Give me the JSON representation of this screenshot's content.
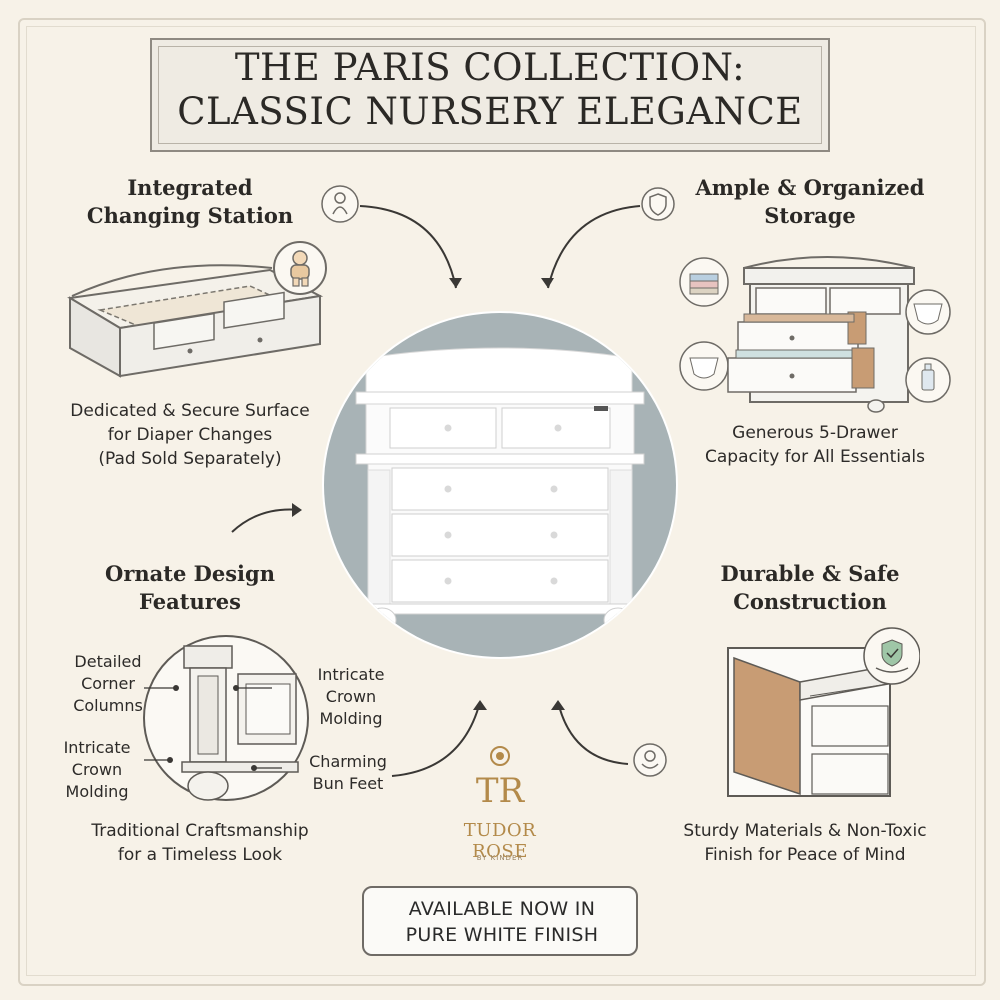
{
  "title": {
    "line1": "THE PARIS COLLECTION:",
    "line2": "CLASSIC NURSERY ELEGANCE"
  },
  "features": {
    "changing": {
      "heading_line1": "Integrated",
      "heading_line2": "Changing Station",
      "desc_line1": "Dedicated & Secure Surface",
      "desc_line2": "for Diaper Changes",
      "desc_line3": "(Pad Sold Separately)",
      "icon": "baby-icon"
    },
    "storage": {
      "heading_line1": "Ample & Organized",
      "heading_line2": "Storage",
      "desc_line1": "Generous 5-Drawer",
      "desc_line2": "Capacity for All Essentials",
      "icon": "shield-icon"
    },
    "design": {
      "heading_line1": "Ornate Design",
      "heading_line2": "Features",
      "callouts": {
        "corner_line1": "Detailed",
        "corner_line2": "Corner",
        "corner_line3": "Columns",
        "crown_left_line1": "Intricate",
        "crown_left_line2": "Crown",
        "crown_left_line3": "Molding",
        "crown_right_line1": "Intricate",
        "crown_right_line2": "Crown",
        "crown_right_line3": "Molding",
        "bun_line1": "Charming",
        "bun_line2": "Bun Feet"
      },
      "desc_line1": "Traditional Craftsmanship",
      "desc_line2": "for a Timeless Look"
    },
    "durable": {
      "heading_line1": "Durable & Safe",
      "heading_line2": "Construction",
      "desc_line1": "Sturdy Materials & Non-Toxic",
      "desc_line2": "Finish for Peace of Mind",
      "icon": "hand-shield-icon"
    }
  },
  "brand": {
    "monogram": "TR",
    "name": "TUDOR ROSE",
    "sub": "BY KINDER"
  },
  "cta": {
    "line1": "AVAILABLE NOW IN",
    "line2": "PURE WHITE FINISH"
  },
  "colors": {
    "background": "#f7f2e8",
    "accent_gold": "#b38a4a",
    "dresser_bg": "#a9b4b8",
    "wood": "#c89c74"
  }
}
